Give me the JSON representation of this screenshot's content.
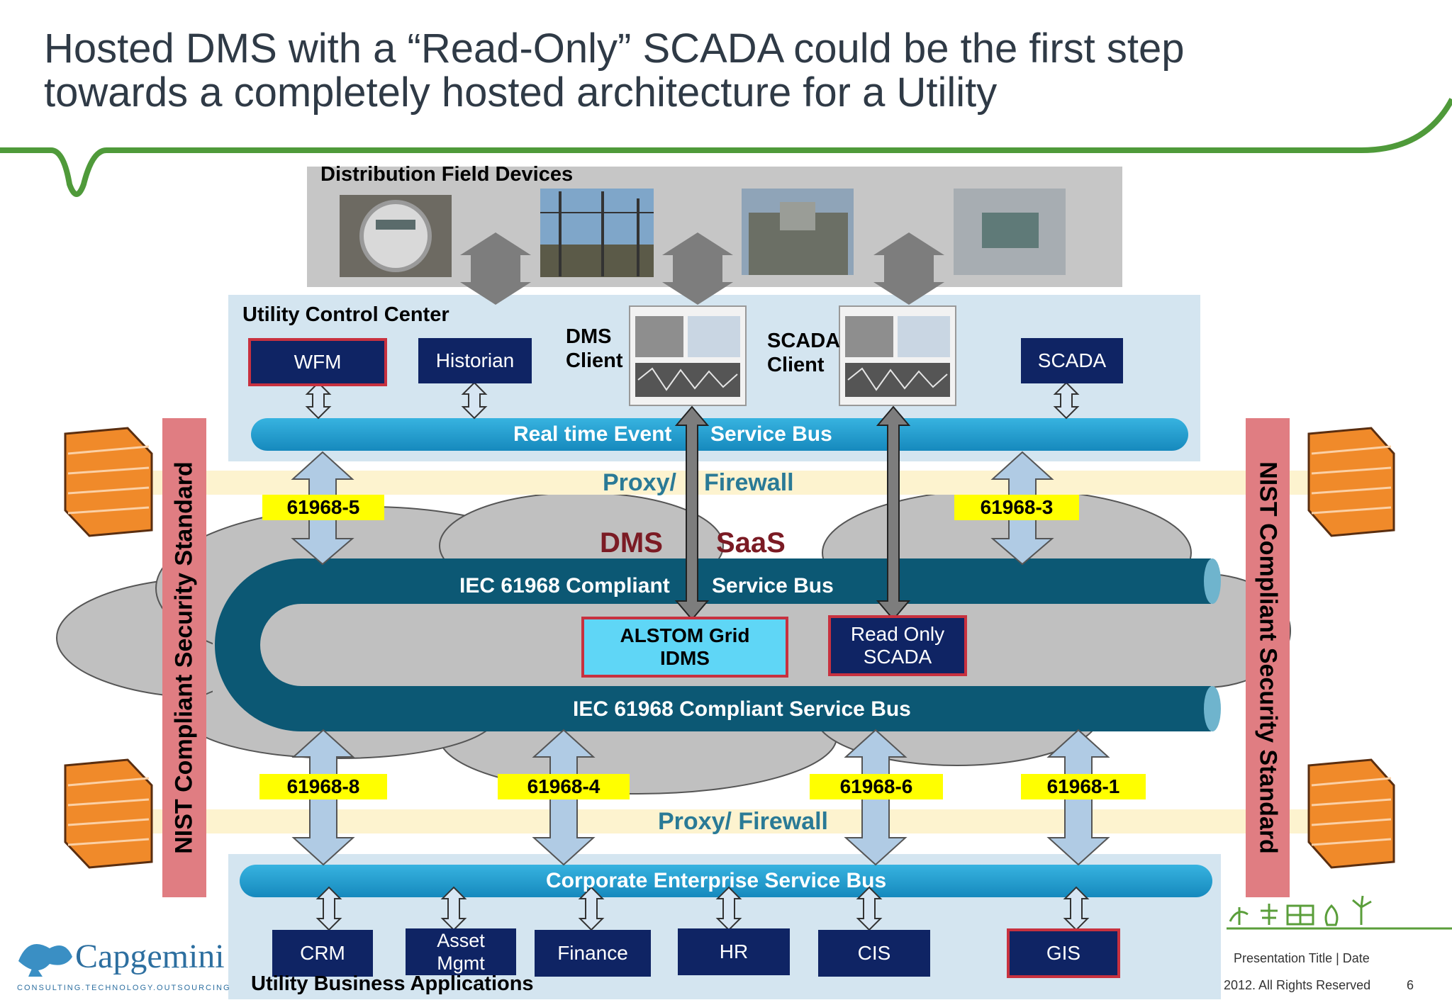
{
  "title": {
    "line1": "Hosted DMS with a “Read-Only” SCADA could be the first step",
    "line2": "towards a completely hosted architecture for a Utility"
  },
  "field_devices": {
    "label": "Distribution Field Devices",
    "images": [
      "meter-photo",
      "substation-photo",
      "transformer-photo",
      "pad-transformer-photo"
    ]
  },
  "control_center": {
    "label": "Utility Control Center",
    "wfm": "WFM",
    "historian": "Historian",
    "dms_client_line1": "DMS",
    "dms_client_line2": "Client",
    "scada_client_line1": "SCADA",
    "scada_client_line2": "Client",
    "scada": "SCADA",
    "bus_left": "Real time Event",
    "bus_right": "Service Bus"
  },
  "proxy_top": {
    "left": "Proxy/",
    "right": "Firewall"
  },
  "proxy_bottom": "Proxy/ Firewall",
  "standards": {
    "top_left": "61968-5",
    "top_right": "61968-3",
    "bottom": [
      "61968-8",
      "61968-4",
      "61968-6",
      "61968-1"
    ]
  },
  "saas": {
    "dms": "DMS",
    "saas": "SaaS",
    "bus_upper_left": "IEC 61968 Compliant",
    "bus_upper_right": "Service Bus",
    "bus_lower": "IEC 61968 Compliant Service Bus",
    "alstom_line1": "ALSTOM Grid",
    "alstom_line2": "IDMS",
    "ro_scada_line1": "Read Only",
    "ro_scada_line2": "SCADA"
  },
  "nist": "NIST Compliant Security Standard",
  "enterprise": {
    "bus": "Corporate Enterprise Service Bus",
    "crm": "CRM",
    "asset_line1": "Asset",
    "asset_line2": "Mgmt",
    "finance": "Finance",
    "hr": "HR",
    "cis": "CIS",
    "gis": "GIS",
    "label": "Utility Business Applications"
  },
  "footer": {
    "logo": "Capgemini",
    "tagline": "CONSULTING.TECHNOLOGY.OUTSOURCING",
    "presentation": "Presentation Title | Date",
    "copyright": "2012. All Rights Reserved",
    "page": "6"
  },
  "colors": {
    "navy_box": "#0f2464",
    "red_border": "#c8313f",
    "bus_light": "#1c9fd0",
    "bus_dark": "#0c5874",
    "standard_tag": "#ffff00",
    "nist_bar": "#e07d82",
    "green_curve": "#4f9a3a",
    "firewall": "#f08a2a"
  }
}
